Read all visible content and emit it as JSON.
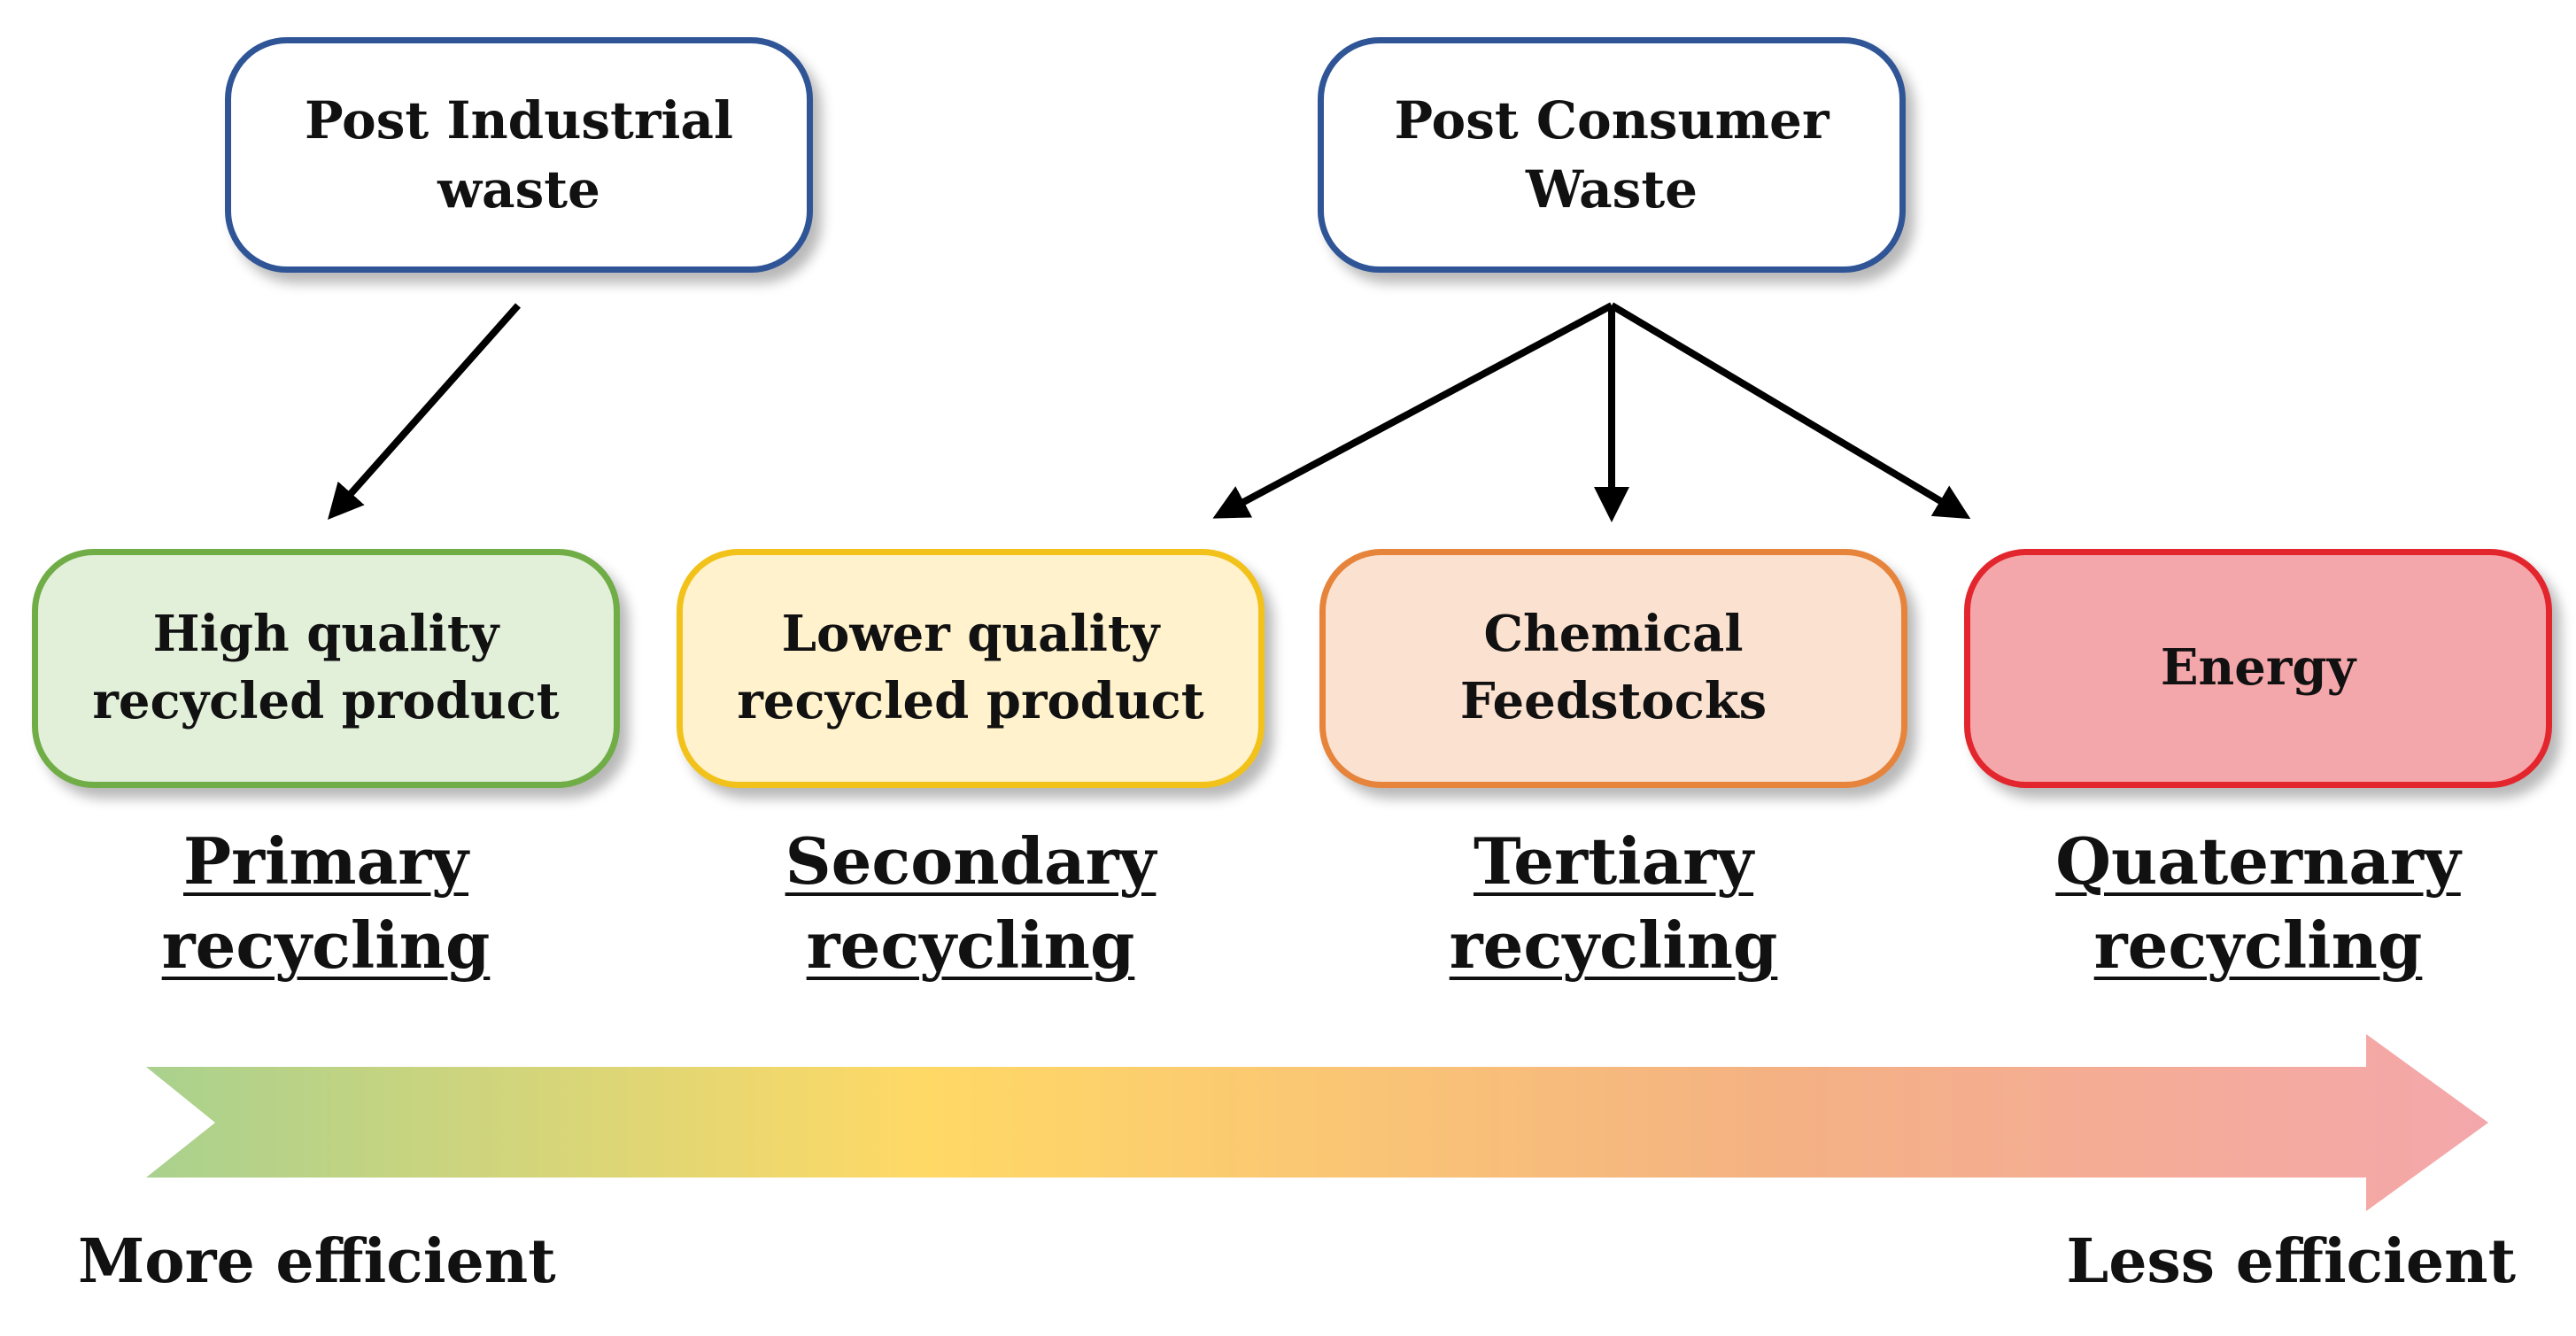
{
  "sources": {
    "industrial": "Post Industrial waste",
    "consumer": "Post Consumer Waste"
  },
  "products": [
    {
      "line1": "High quality",
      "line2": "recycled product",
      "fill": "#e2efd9",
      "border": "#70ad47"
    },
    {
      "line1": "Lower quality",
      "line2": "recycled product",
      "fill": "#fff2cc",
      "border": "#f2c21b"
    },
    {
      "line1": "Chemical Feedstocks",
      "line2": "",
      "fill": "#fbe1d0",
      "border": "#e6843c"
    },
    {
      "line1": "Energy",
      "line2": "",
      "fill": "#f4a7ab",
      "border": "#e3262d"
    }
  ],
  "recycling_types": [
    {
      "word": "Primary",
      "suffix": "recycling"
    },
    {
      "word": "Secondary",
      "suffix": "recycling"
    },
    {
      "word": "Tertiary",
      "suffix": "recycling"
    },
    {
      "word": "Quaternary",
      "suffix": "recycling"
    }
  ],
  "scale": {
    "left_label": "More efficient",
    "right_label": "Less efficient",
    "gradient_colors": [
      "#a9d18e",
      "#ffd966",
      "#f4b183",
      "#f4a7ab"
    ]
  }
}
